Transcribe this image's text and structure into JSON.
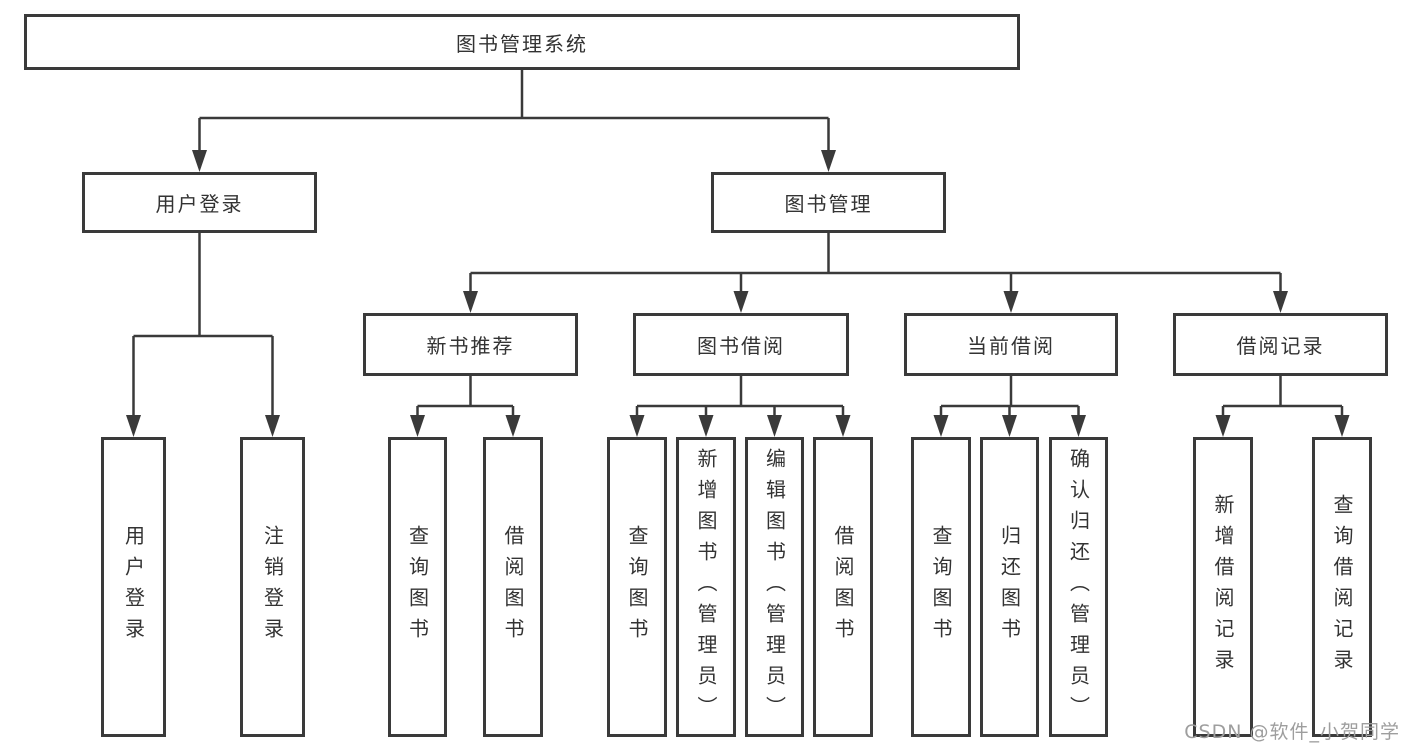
{
  "diagram": {
    "root": "图书管理系统",
    "branches": [
      {
        "label": "用户登录",
        "children": [
          "用户登录",
          "注销登录"
        ]
      },
      {
        "label": "图书管理",
        "sections": [
          {
            "label": "新书推荐",
            "children": [
              "查询图书",
              "借阅图书"
            ]
          },
          {
            "label": "图书借阅",
            "children": [
              "查询图书",
              "新增图书（管理员）",
              "编辑图书（管理员）",
              "借阅图书"
            ]
          },
          {
            "label": "当前借阅",
            "children": [
              "查询图书",
              "归还图书",
              "确认归还（管理员）"
            ]
          },
          {
            "label": "借阅记录",
            "children": [
              "新增借阅记录",
              "查询借阅记录"
            ]
          }
        ]
      }
    ]
  },
  "watermark": "CSDN @软件_小贺同学",
  "colors": {
    "line": "#3a3a3a",
    "text": "#333333",
    "background": "#ffffff",
    "watermark": "#9e9e9e"
  }
}
